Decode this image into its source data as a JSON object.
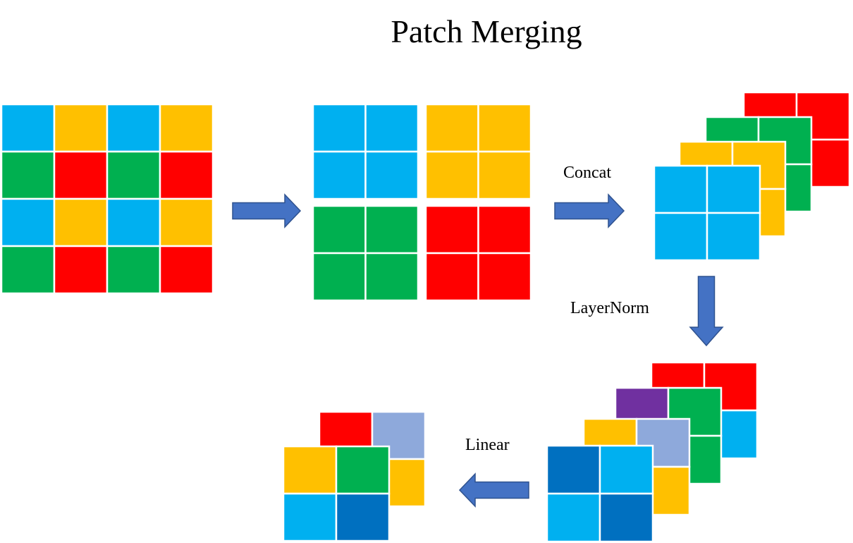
{
  "title": "Patch Merging",
  "labels": {
    "concat": "Concat",
    "layernorm": "LayerNorm",
    "linear": "Linear"
  },
  "colors": {
    "blue": "#00B0F0",
    "yellow": "#FFC000",
    "green": "#00B050",
    "red": "#FF0000",
    "purple": "#7030A0",
    "light_blue": "#8EA9DB",
    "dark_blue": "#0070C0",
    "arrow_fill": "#4472C4",
    "arrow_stroke": "#2F528F"
  },
  "input_grid": [
    [
      "blue",
      "yellow",
      "blue",
      "yellow"
    ],
    [
      "green",
      "red",
      "green",
      "red"
    ],
    [
      "blue",
      "yellow",
      "blue",
      "yellow"
    ],
    [
      "green",
      "red",
      "green",
      "red"
    ]
  ],
  "split_groups": [
    "blue",
    "yellow",
    "green",
    "red"
  ],
  "concat_stack_back_to_front": [
    "red",
    "green",
    "yellow",
    "blue"
  ],
  "layernorm_stack_back_to_front": [
    [
      "red",
      "red",
      "red",
      "blue"
    ],
    [
      "purple",
      "green",
      "green",
      "green"
    ],
    [
      "yellow",
      "light_blue",
      "light_blue",
      "yellow"
    ],
    [
      "dark_blue",
      "blue",
      "blue",
      "dark_blue"
    ]
  ],
  "linear_output": [
    [
      "red",
      "light_blue",
      "light_blue",
      "yellow"
    ],
    [
      "yellow",
      "green",
      "blue",
      "dark_blue"
    ]
  ]
}
